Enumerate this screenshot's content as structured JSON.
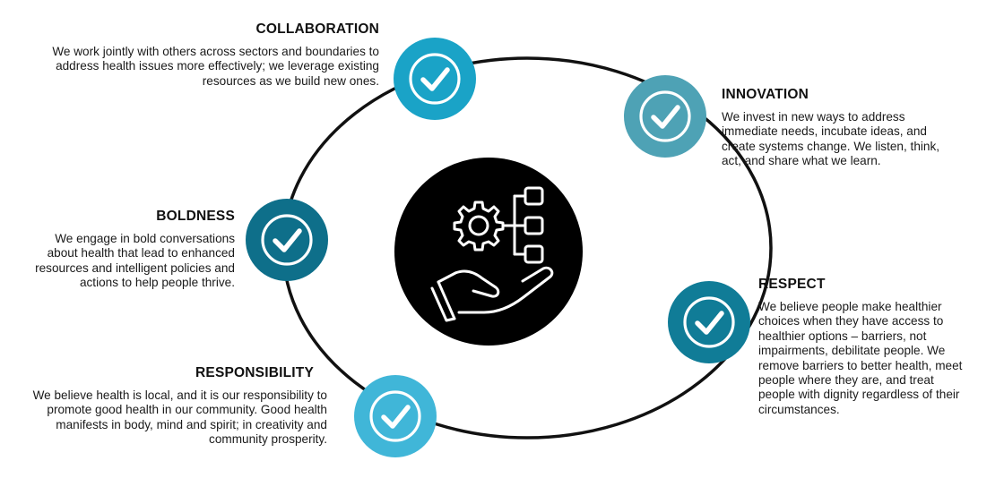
{
  "values": [
    {
      "key": "collaboration",
      "title": "COLLABORATION",
      "description": "We work jointly with others across sectors and boundaries to address health issues more effectively; we leverage existing resources as we build new ones.",
      "color": "#1aa3c7",
      "icon": "check-circle-icon"
    },
    {
      "key": "innovation",
      "title": "INNOVATION",
      "description": "We invest in new ways to address immediate needs, incubate ideas, and create systems change. We listen, think, act, and share what we learn.",
      "color": "#4ea2b5",
      "icon": "check-circle-icon"
    },
    {
      "key": "boldness",
      "title": "BOLDNESS",
      "description": "We engage in bold conversations about health that lead to enhanced resources and intelligent policies and actions to help people thrive.",
      "color": "#0e6f8a",
      "icon": "check-circle-icon"
    },
    {
      "key": "respect",
      "title": "RESPECT",
      "description": "We believe people make healthier choices when they have access to healthier options – barriers, not impairments, debilitate people. We remove barriers to better health, meet people where they are, and treat people with dignity regardless of their circumstances.",
      "color": "#107c97",
      "icon": "check-circle-icon"
    },
    {
      "key": "responsibility",
      "title": "RESPONSIBILITY",
      "description": "We believe health is local, and it is our responsibility to promote good health in our community. Good health manifests in body, mind and spirit; in creativity and community prosperity.",
      "color": "#40b6d8",
      "icon": "check-circle-icon"
    }
  ],
  "center": {
    "icon": "gear-hand-hierarchy-icon",
    "background": "#000000"
  },
  "ring_color": "#111111"
}
